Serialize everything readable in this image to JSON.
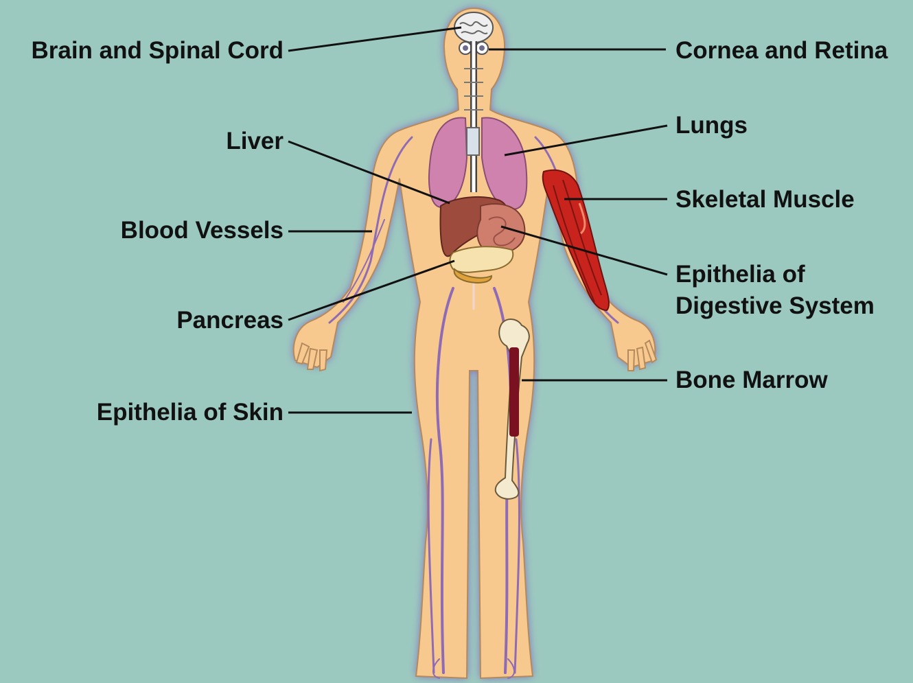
{
  "colors": {
    "background": "#9cc9bf",
    "skin": "#f7c98e",
    "body_outline": "#a87bc9",
    "vessels": "#8e6bb4",
    "lungs": "#cf82ad",
    "liver": "#9c4b3d",
    "stomach": "#cf7e6d",
    "pancreas": "#f6e2ae",
    "muscle": "#c8231d",
    "bone": "#f4ead0",
    "marrow": "#7a1120",
    "leader_line": "#111111"
  },
  "labels": {
    "brain": "Brain and Spinal Cord",
    "cornea": "Cornea and Retina",
    "liver": "Liver",
    "lungs": "Lungs",
    "skeletal_muscle": "Skeletal Muscle",
    "blood_vessels": "Blood Vessels",
    "epithelia_digestive_line1": "Epithelia of",
    "epithelia_digestive_line2": "Digestive System",
    "pancreas": "Pancreas",
    "bone_marrow": "Bone Marrow",
    "epithelia_skin": "Epithelia of Skin"
  }
}
